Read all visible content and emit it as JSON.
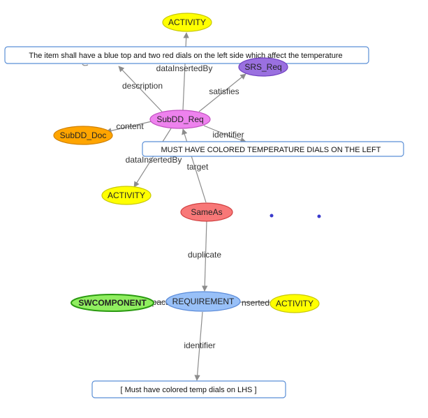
{
  "nodes": {
    "activity_top": {
      "label": "ACTIVITY",
      "fill": "#ffff00",
      "stroke": "#c8c800"
    },
    "srs_req": {
      "label": "SRS_Req",
      "fill": "#9a70e0",
      "stroke": "#7040c0"
    },
    "subdd_req": {
      "label": "SubDD_Req",
      "fill": "#ee82ee",
      "stroke": "#c050c0"
    },
    "subdd_doc": {
      "label": "SubDD_Doc",
      "fill": "#ffa500",
      "stroke": "#d08000"
    },
    "activity_mid": {
      "label": "ACTIVITY",
      "fill": "#ffff00",
      "stroke": "#c8c800"
    },
    "sameas": {
      "label": "SameAs",
      "fill": "#f87878",
      "stroke": "#d04040"
    },
    "swcomponent": {
      "label": "SWCOMPONENT",
      "fill": "#90ee60",
      "stroke": "#2a9a10"
    },
    "requirement": {
      "label": "REQUIREMENT",
      "fill": "#98c0f8",
      "stroke": "#5a8ad8"
    },
    "activity_bottom": {
      "label": "ACTIVITY",
      "fill": "#ffff00",
      "stroke": "#c8c800"
    }
  },
  "text_boxes": {
    "description_box": {
      "label": "The item shall have a blue top and two red dials on the left side which affect the temperature"
    },
    "identifier_box": {
      "label": "MUST HAVE COLORED TEMPERATURE DIALS ON THE LEFT"
    },
    "bottom_box": {
      "label": "[ Must have colored temp dials on LHS ]"
    }
  },
  "edges": {
    "data_inserted_by_top": "dataInsertedBy",
    "description": "description",
    "satisfies": "satisfies",
    "content": "content",
    "identifier_top": "identifier",
    "data_inserted_by_mid": "dataInsertedBy",
    "target": "target",
    "duplicate": "duplicate",
    "impact_partial": "pact",
    "inserted_partial": "nserted",
    "identifier_bottom": "identifier"
  },
  "colors": {
    "edge": "#8c8c8c",
    "box_border": "#5b8fd6",
    "dot": "#3a3acc"
  }
}
